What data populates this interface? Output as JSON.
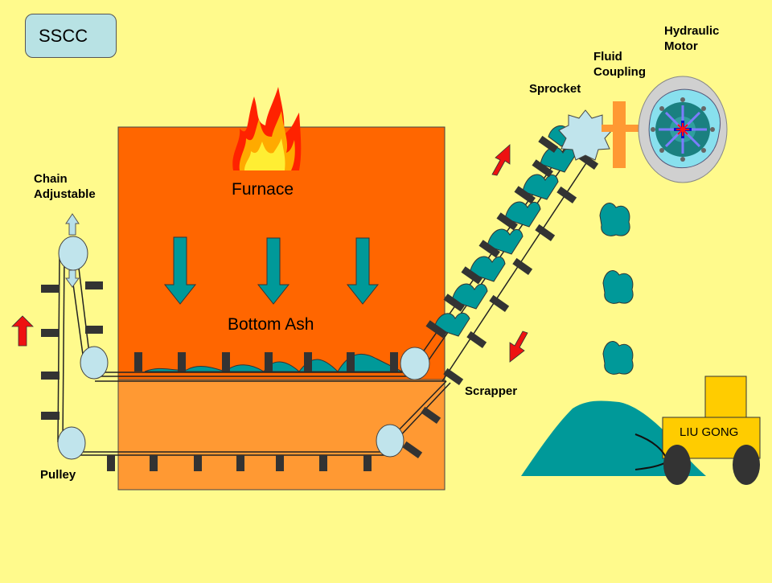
{
  "title_badge": "SSCC",
  "labels": {
    "furnace": "Furnace",
    "bottom_ash": "Bottom Ash",
    "chain_adjustable": "Chain\nAdjustable",
    "pulley": "Pulley",
    "scrapper": "Scrapper",
    "sprocket": "Sprocket",
    "fluid_coupling": "Fluid\nCoupling",
    "hydraulic_motor": "Hydraulic\nMotor",
    "loader": "LIU GONG"
  },
  "colors": {
    "background": "#fffa8c",
    "furnace_top": "#ff6600",
    "furnace_bottom": "#ff9933",
    "ash": "#009999",
    "arrow_red": "#ee1111",
    "pulley": "#c0e4ec",
    "loader": "#ffcc00",
    "coupling": "#ff9933"
  }
}
